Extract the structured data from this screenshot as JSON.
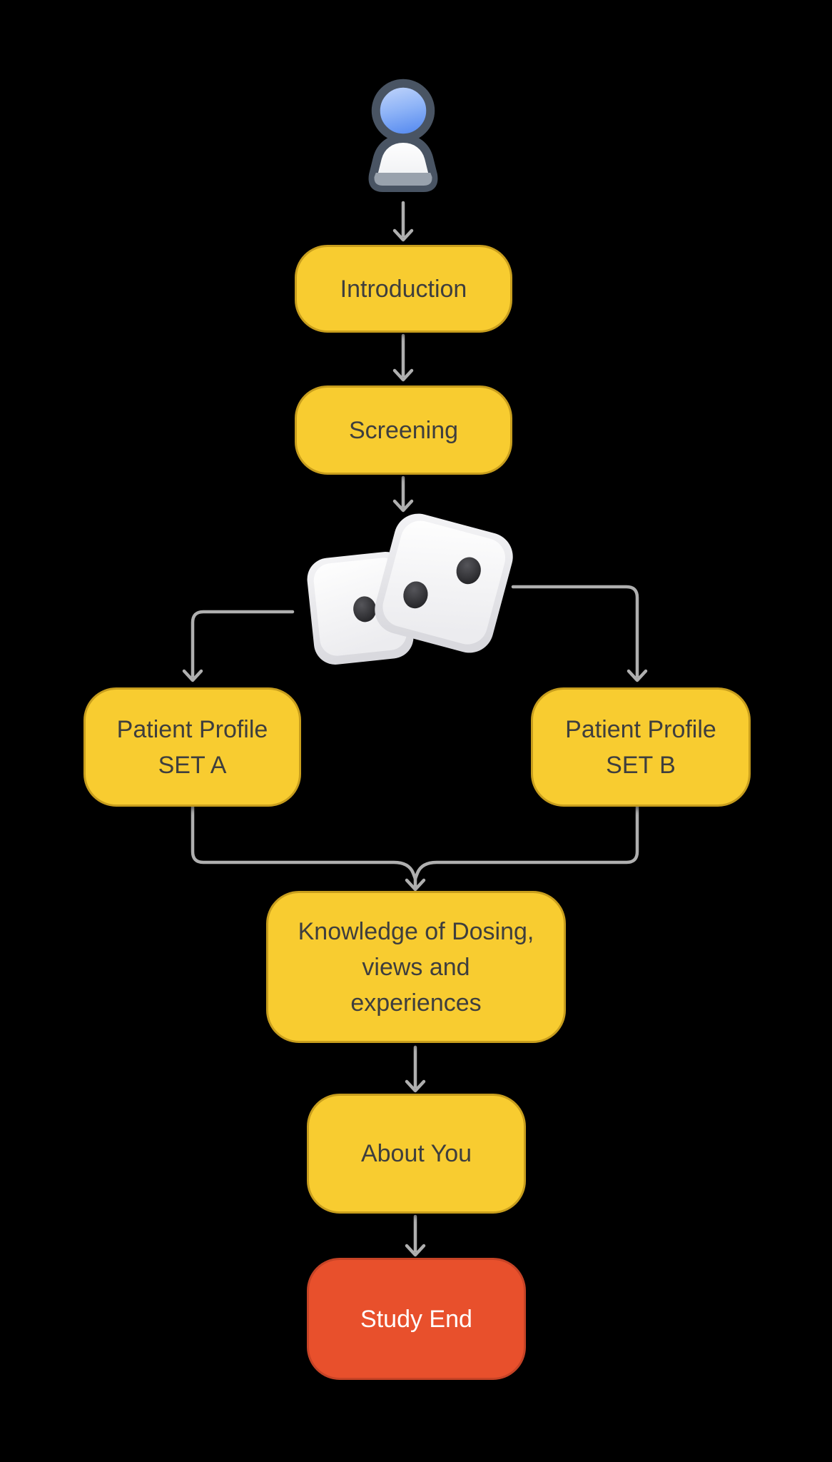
{
  "title": "Study flow diagram",
  "colors": {
    "bg": "#000000",
    "node_fill": "#F8CC30",
    "node_border": "#C89E1D",
    "node_text": "#3E3E3E",
    "end_fill": "#E8502C",
    "end_border": "#C64326",
    "end_text": "#FFFFFF",
    "connector": "#AFAFAF",
    "person_outline": "#495463",
    "person_head_blue": "#6B9BF2",
    "person_body": "#F2F3F5",
    "dice_body": "#FFFFFF",
    "dice_pip": "#2B2B2E"
  },
  "icons": {
    "person": "study-participant-icon",
    "dice": "randomization-dice-icon"
  },
  "nodes": {
    "introduction": {
      "label": "Introduction"
    },
    "screening": {
      "label": "Screening"
    },
    "patient_profile_a": {
      "label": "Patient Profile\nSET A"
    },
    "patient_profile_b": {
      "label": "Patient Profile\nSET B"
    },
    "knowledge": {
      "label": "Knowledge of Dosing,\nviews and\nexperiences"
    },
    "about_you": {
      "label": "About You"
    },
    "study_end": {
      "label": "Study End"
    }
  },
  "edges": [
    {
      "from": "participant",
      "to": "introduction"
    },
    {
      "from": "introduction",
      "to": "screening"
    },
    {
      "from": "screening",
      "to": "randomization"
    },
    {
      "from": "randomization",
      "to": "patient_profile_a"
    },
    {
      "from": "randomization",
      "to": "patient_profile_b"
    },
    {
      "from": "patient_profile_a",
      "to": "knowledge"
    },
    {
      "from": "patient_profile_b",
      "to": "knowledge"
    },
    {
      "from": "knowledge",
      "to": "about_you"
    },
    {
      "from": "about_you",
      "to": "study_end"
    }
  ]
}
